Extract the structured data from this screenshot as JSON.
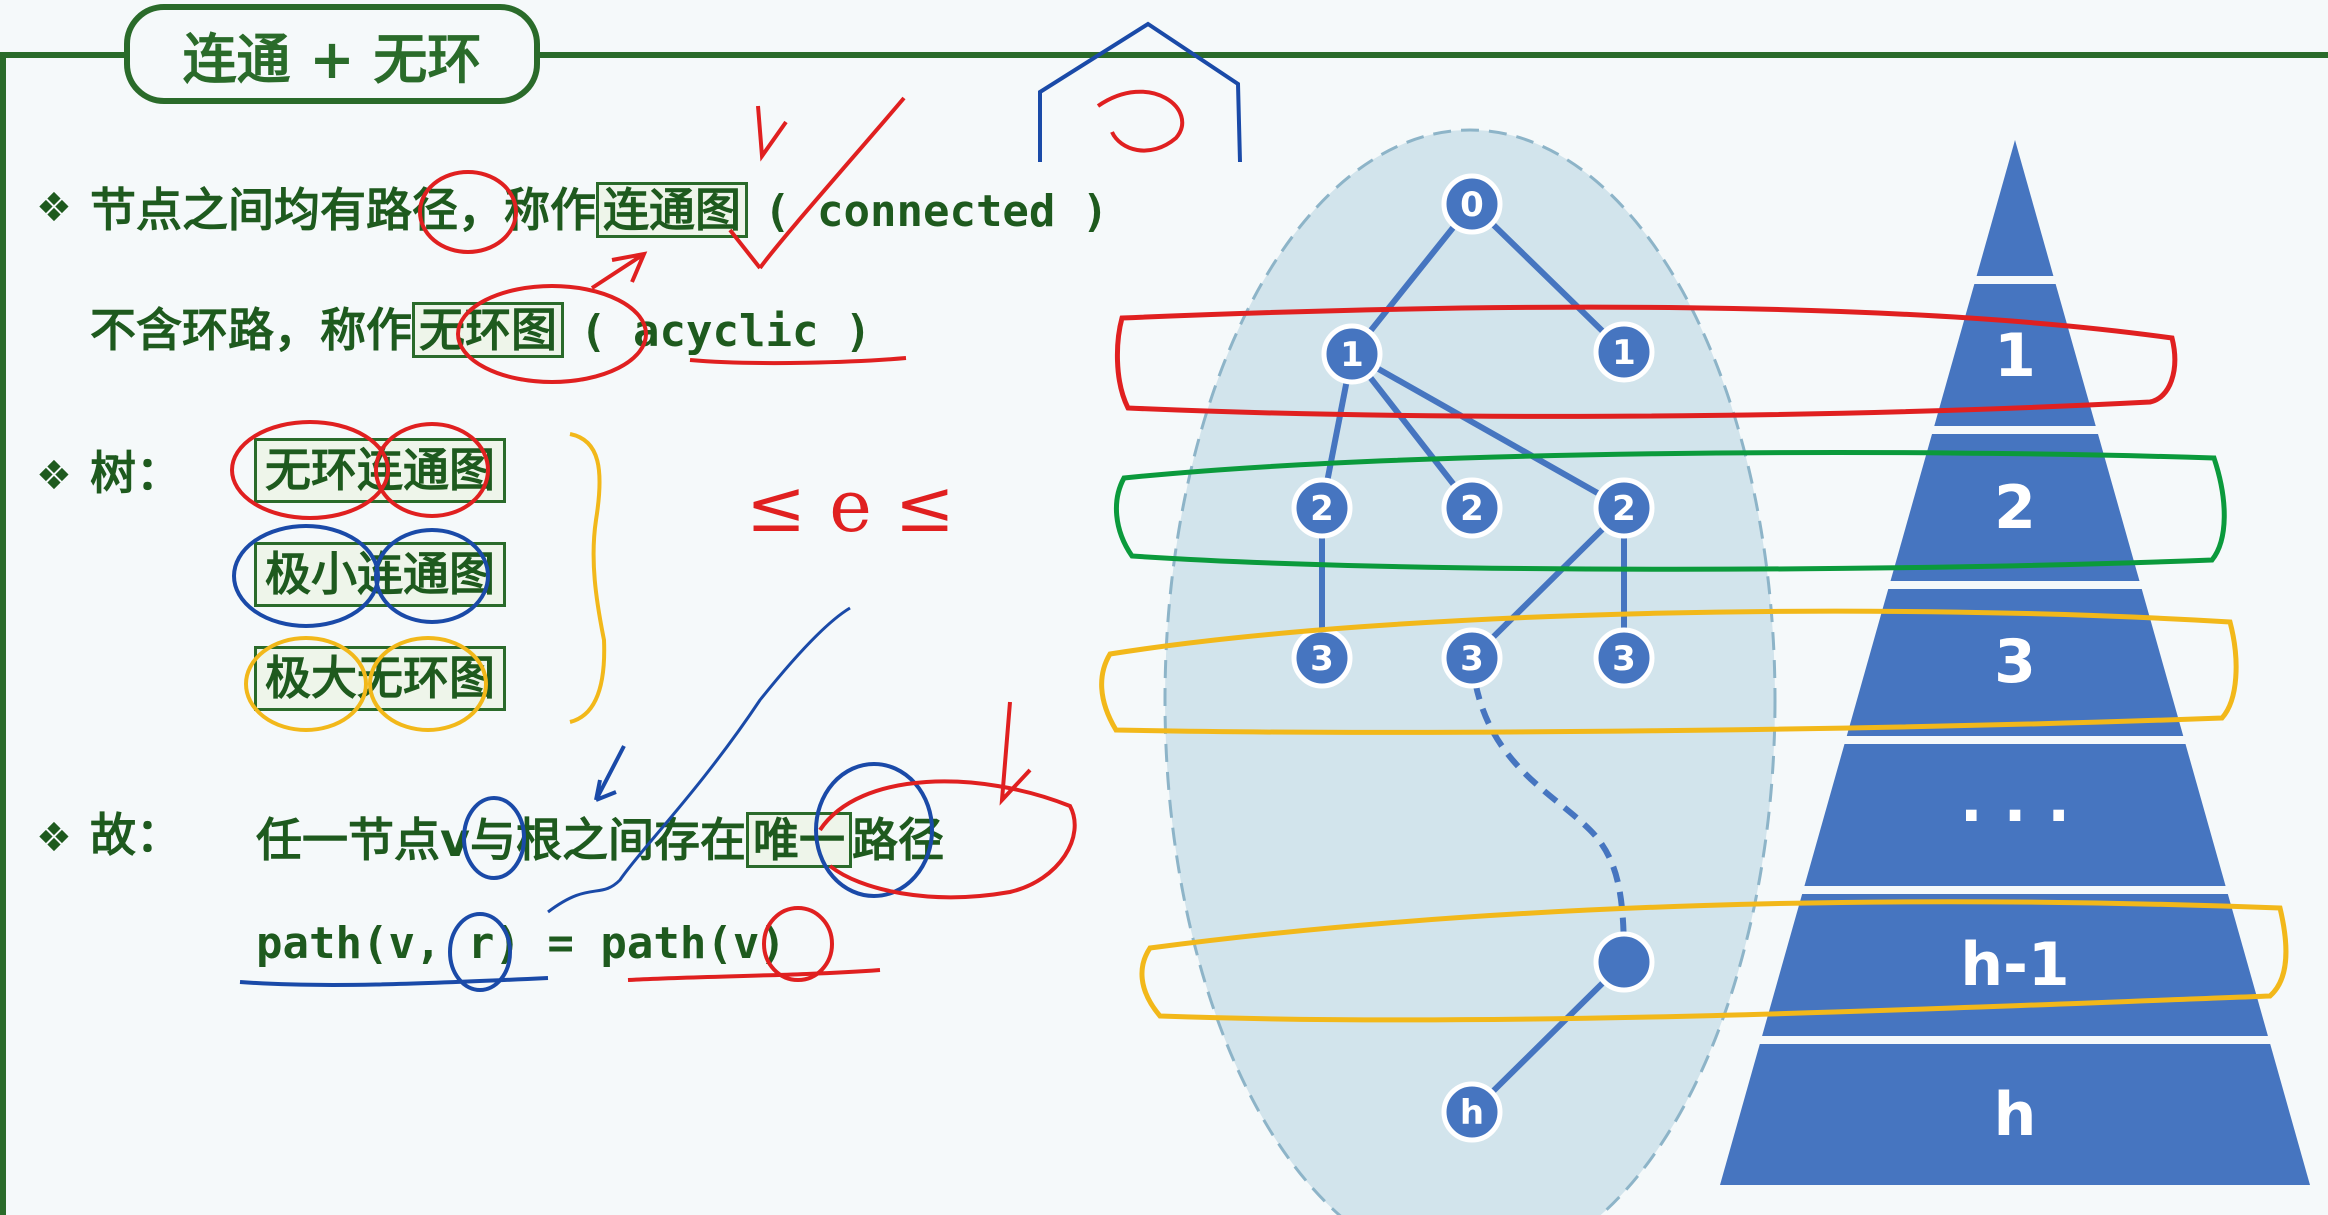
{
  "title": "连通 + 无环",
  "lines": {
    "line1_bullet": "❖",
    "line1_text_a": "节点之间均有路径，称作",
    "line1_boxed": "连通图",
    "line1_paren": "( connected )",
    "line2_text_a": "不含环路，称作",
    "line2_boxed": "无环图",
    "line2_paren": "( acyclic )",
    "tree_bullet": "❖",
    "tree_label": "树：",
    "tree_defs": [
      "无环连通图",
      "极小连通图",
      "极大无环图"
    ],
    "therefore_bullet": "❖",
    "therefore_label": "故：",
    "therefore_text_a": "任一节点v与根之间存在",
    "therefore_boxed": "唯一",
    "therefore_text_b": "路径",
    "path_formula": "path(v, r) = path(v)"
  },
  "annotation": "≤ e ≤",
  "tree_nodes": [
    "0",
    "1",
    "1",
    "2",
    "2",
    "2",
    "3",
    "3",
    "3",
    "h"
  ],
  "pyramid_levels": [
    "1",
    "2",
    "3",
    "· · ·",
    "h-1",
    "h"
  ],
  "colors": {
    "green": "#2a6b2a",
    "blue": "#4675c0",
    "ellipse": "#d2e4ec",
    "red": "#e02020",
    "yellow": "#f2b81a",
    "annot_green": "#0b9a3c",
    "annot_blue": "#1a4aa8"
  }
}
